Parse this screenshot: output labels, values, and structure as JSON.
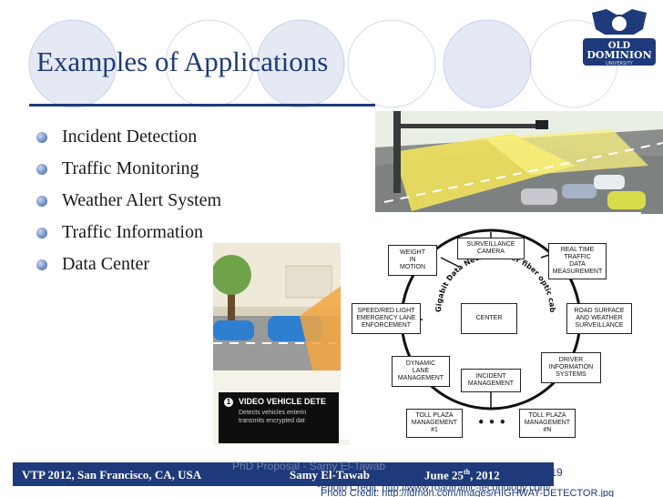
{
  "slide": {
    "title": "Examples of Applications",
    "bullets": [
      "Incident Detection",
      "Traffic Monitoring",
      "Weather Alert System",
      "Traffic Information",
      "Data Center"
    ],
    "page_number": "19"
  },
  "logo": {
    "line1": "OLD",
    "line2": "DOMINION",
    "line3": "UNIVERSITY"
  },
  "diagram": {
    "center": "CENTER",
    "ring_label": "Gigabit Data Network over fiber optic cable",
    "nodes": {
      "weight": "WEIGHT\nIN\nMOTION",
      "surveillance": "SURVEILLANCE\nCAMERA",
      "realtime": "REAL TIME\nTRAFFIC\nDATA\nMEASUREMENT",
      "speed": "SPEED/RED LIGHT\nEMERGENCY LANE\nENFORCEMENT",
      "road": "ROAD SURFACE\nAND WEATHER\nSURVEILLANCE",
      "dynamic": "DYNAMIC\nLANE\nMANAGEMENT",
      "driver": "DRIVER\nINFORMATION\nSYSTEMS",
      "incident": "INCIDENT\nMANAGEMENT",
      "toll1": "TOLL PLAZA\nMANAGEMENT\n#1",
      "tolln": "TOLL PLAZA\nMANAGEMENT\n#N"
    },
    "ellipsis": "• • •"
  },
  "detector_caption": {
    "number": "1",
    "title": "VIDEO VEHICLE DETE",
    "body": "Detects vehicles enterin\ntransmits encrypted dat"
  },
  "footer": {
    "conference": "VTP 2012, San Francisco, CA, USA",
    "author": "Samy El-Tawab",
    "date_prefix": "June 25",
    "date_sup": "th",
    "date_suffix": ", 2012",
    "ghost": "PhD Proposal - Samy El-Tawab",
    "credit1": "*Photo Credit: http://www.roadtraffic-technology.com/",
    "credit2": "Photo Credit: http://ldmon.com/images/HIGHWAY-DETECTOR.jpg"
  },
  "colors": {
    "primary": "#1f3a7a",
    "accent": "#8fa3d3"
  }
}
